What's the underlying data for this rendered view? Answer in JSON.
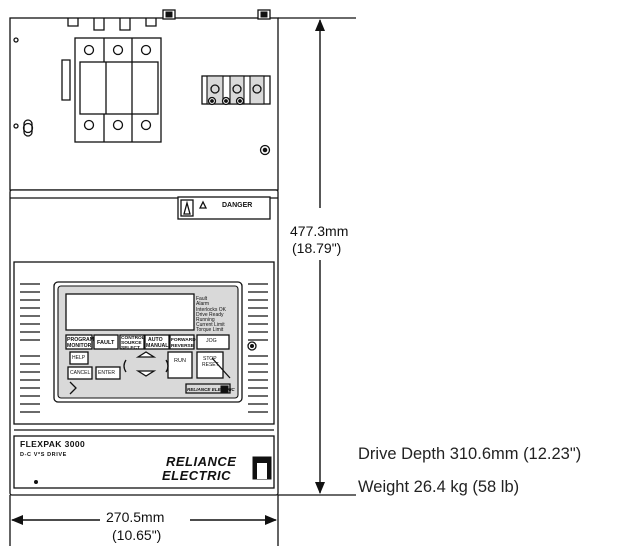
{
  "dimensions": {
    "height_mm": "477.3mm",
    "height_in": "(18.79\")",
    "width_mm": "270.5mm",
    "width_in": "(10.65\")"
  },
  "specs": {
    "depth": "Drive Depth 310.6mm (12.23\")",
    "weight": "Weight 26.4 kg (58 lb)"
  },
  "drive": {
    "danger_label": "DANGER",
    "product_name": "FLEXPAK 3000",
    "product_sub": "D-C V*S DRIVE",
    "brand_line1": "RELIANCE",
    "brand_line2": "ELECTRIC",
    "display_small_brand": "RELIANCE ELECTRIC"
  },
  "status_leds": [
    "Fault",
    "Alarm",
    "Interlocks OK",
    "Drive Ready",
    "Running",
    "Current Limit",
    "Torque Limit"
  ],
  "keypad": {
    "program_monitor": [
      "PROGRAM",
      "MONITOR"
    ],
    "fault": "FAULT",
    "control_select": [
      "CONTROL",
      "SOURCE",
      "SELECT"
    ],
    "auto_manual": [
      "AUTO",
      "MANUAL"
    ],
    "forward_reverse": [
      "FORWARD",
      "REVERSE"
    ],
    "jog": "JOG",
    "help": "HELP",
    "cancel": "CANCEL",
    "enter": "ENTER",
    "run": "RUN",
    "stop_reset": [
      "STOP",
      "RESET"
    ]
  },
  "colors": {
    "line": "#111111",
    "panel_gray": "#d9d9d9",
    "background": "#ffffff"
  }
}
